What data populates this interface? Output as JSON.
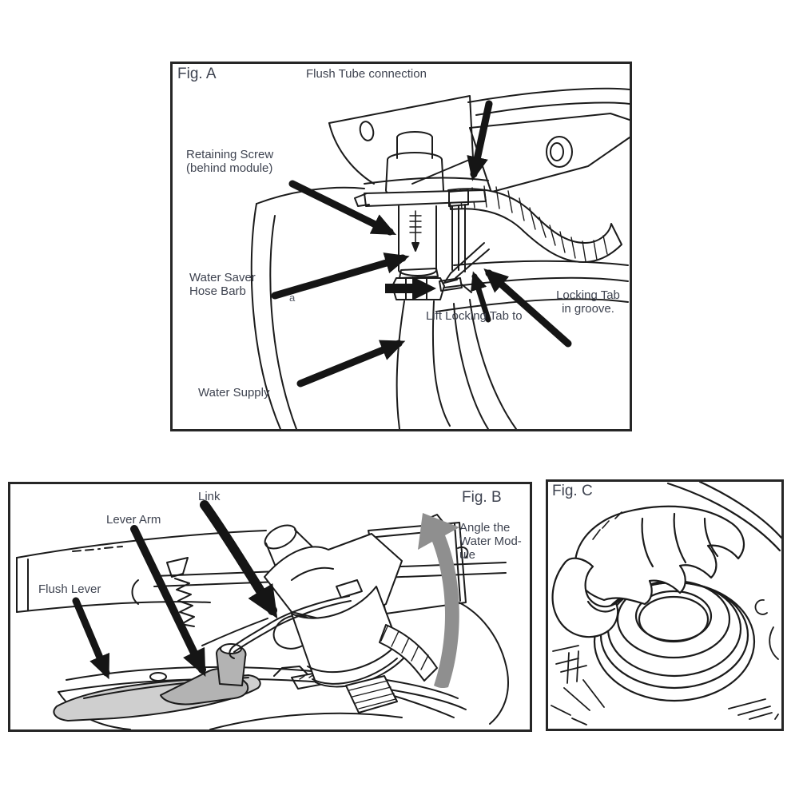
{
  "figure_a": {
    "label": "Fig. A",
    "title": "Flush Tube connection",
    "callouts": {
      "retaining_screw_line1": "Retaining Screw",
      "retaining_screw_line2": "(behind module)",
      "water_saver_line1": "Water Saver",
      "water_saver_line2": "Hose Barb",
      "marker_a": "a",
      "lift_locking_tab": "Lift Locking Tab to",
      "locking_tab_line1": "Locking Tab",
      "locking_tab_line2": "in groove.",
      "water_supply": "Water Supply"
    }
  },
  "figure_b": {
    "label": "Fig. B",
    "callouts": {
      "link": "Link",
      "lever_arm": "Lever Arm",
      "flush_lever": "Flush Lever",
      "note_line1": "Angle the",
      "note_line2": "Water Mod-",
      "note_line3": "ule"
    }
  },
  "figure_c": {
    "label": "Fig. C"
  },
  "colors": {
    "line": "#1b1b1b",
    "arrow_black": "#151515",
    "arrow_gray": "#8f8f8f",
    "flush_lever_fill": "#cfcfcf",
    "lever_arm_fill": "#b3b3b3",
    "text": "#3e4350",
    "panel_border": "#262626",
    "background": "#ffffff"
  }
}
